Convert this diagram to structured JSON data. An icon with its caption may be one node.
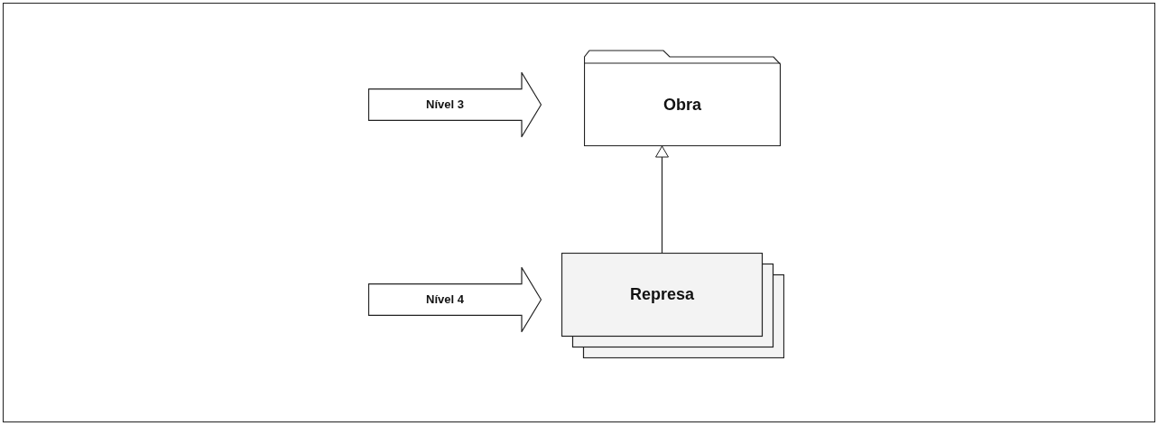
{
  "diagram": {
    "nodes": [
      {
        "text": [
          "Nível 3"
        ]
      },
      {
        "text": [
          "Obra"
        ]
      },
      {
        "text": [
          "Nível 4"
        ]
      },
      {
        "text": [
          "Represa"
        ]
      }
    ],
    "edges": [
      {
        "from": 3,
        "to": 1,
        "arrow": "to"
      }
    ]
  }
}
